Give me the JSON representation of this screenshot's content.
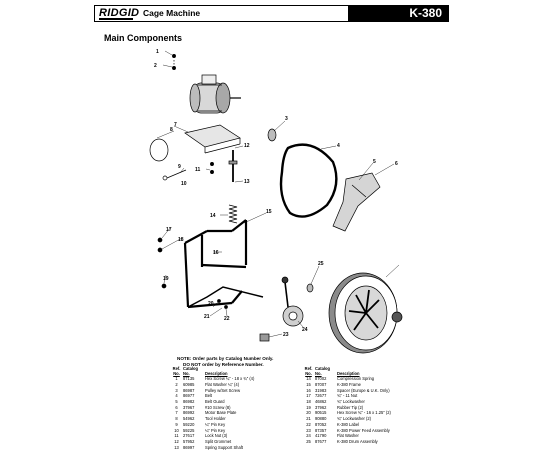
{
  "header": {
    "brand": "RIDGID",
    "title": "Cage Machine",
    "model": "K-380"
  },
  "section_title": "Main Components",
  "callouts": [
    "1",
    "2",
    "3",
    "4",
    "5",
    "6",
    "7",
    "8",
    "9",
    "10",
    "11",
    "12",
    "13",
    "14",
    "15",
    "16",
    "17",
    "18",
    "19",
    "20",
    "21",
    "22",
    "23",
    "24",
    "25"
  ],
  "note": {
    "line1": "NOTE: Order parts by Catalog Number Only.",
    "line2": "DO NOT order by Reference Number."
  },
  "table_headers": {
    "ref": "Ref.",
    "ref2": "No.",
    "catalog": "Catalog",
    "catalog2": "No.",
    "description": "Description"
  },
  "parts_left": [
    {
      "ref": "1",
      "catalog": "87135",
      "description": "Hex Screw ¼\" - 18 x ¾\" (4)"
    },
    {
      "ref": "2",
      "catalog": "60985",
      "description": "Flat Washer ¼\" (4)"
    },
    {
      "ref": "3",
      "catalog": "86987",
      "description": "Pulley w/Set Screw"
    },
    {
      "ref": "4",
      "catalog": "86977",
      "description": "Belt"
    },
    {
      "ref": "5",
      "catalog": "86982",
      "description": "Belt Guard"
    },
    {
      "ref": "6",
      "catalog": "37967",
      "description": "#10 Screw (8)"
    },
    {
      "ref": "7",
      "catalog": "86992",
      "description": "Motor Base Plate"
    },
    {
      "ref": "8",
      "catalog": "54962",
      "description": "Tool Holder"
    },
    {
      "ref": "9",
      "catalog": "59220",
      "description": "¼\" Pin Key"
    },
    {
      "ref": "10",
      "catalog": "59225",
      "description": "¼\" Pin Key"
    },
    {
      "ref": "11",
      "catalog": "27617",
      "description": "Lock Nut (3)"
    },
    {
      "ref": "12",
      "catalog": "57952",
      "description": "Split Grommet"
    },
    {
      "ref": "13",
      "catalog": "86997",
      "description": "Spring Support Shaft"
    }
  ],
  "parts_right": [
    {
      "ref": "14",
      "catalog": "87002",
      "description": "Compression Spring"
    },
    {
      "ref": "15",
      "catalog": "87007",
      "description": "K-380 Frame"
    },
    {
      "ref": "16",
      "catalog": "31983",
      "description": "Spacer (Europe & U.K. Only)"
    },
    {
      "ref": "17",
      "catalog": "72677",
      "description": "¾\" - 11 Nut"
    },
    {
      "ref": "18",
      "catalog": "46862",
      "description": "¾\" Lockwasher"
    },
    {
      "ref": "19",
      "catalog": "37962",
      "description": "Rubber Tip (2)"
    },
    {
      "ref": "20",
      "catalog": "90515",
      "description": "Hex Screw ¾\" - 16 x 1.25\" (2)"
    },
    {
      "ref": "21",
      "catalog": "90880",
      "description": "¾\" Lockwasher (2)"
    },
    {
      "ref": "22",
      "catalog": "87052",
      "description": "K-380 Label"
    },
    {
      "ref": "23",
      "catalog": "87357",
      "description": "K-380 Power Feed Assembly"
    },
    {
      "ref": "24",
      "catalog": "41790",
      "description": "Flat Washer"
    },
    {
      "ref": "25",
      "catalog": "87677",
      "description": "K-380 Drum Assembly"
    }
  ]
}
